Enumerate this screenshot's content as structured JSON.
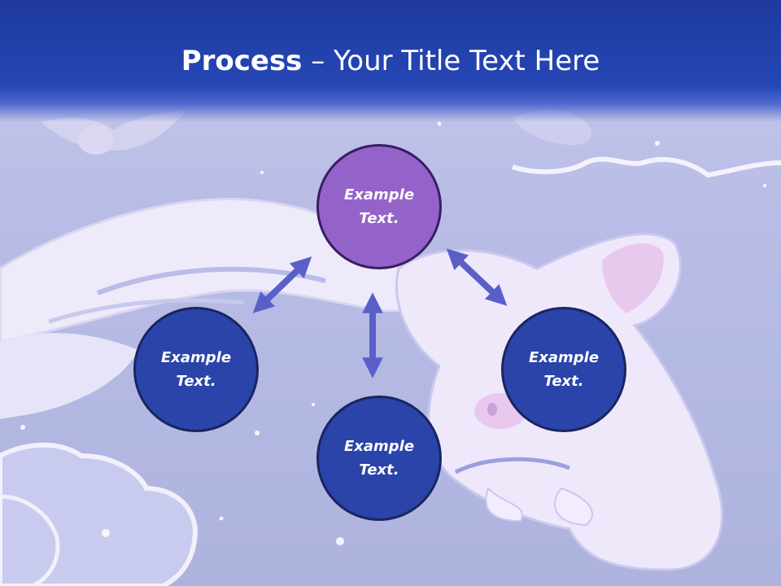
{
  "title": {
    "bold": "Process",
    "rest": " – Your Title Text Here"
  },
  "nodes": [
    {
      "id": "top",
      "label": "Example Text."
    },
    {
      "id": "left",
      "label": "Example Text."
    },
    {
      "id": "right",
      "label": "Example Text."
    },
    {
      "id": "bottom",
      "label": "Example Text."
    }
  ],
  "colors": {
    "title_band": "#2546b5",
    "center_node": "#9463c9",
    "outer_node": "#2a44aa",
    "arrow": "#5a5fc8",
    "background": "#b9bde6"
  }
}
